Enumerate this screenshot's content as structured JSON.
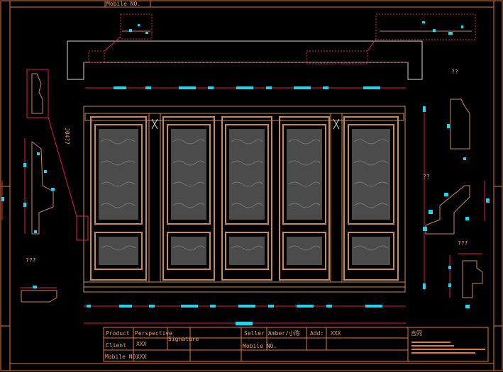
{
  "drawing": {
    "colors": {
      "background": "#000000",
      "frame": "#e07a3c",
      "section_lines": "#d9d9d9",
      "wood_outline": "#c98a5a",
      "panel_fill": "#4b4b4b",
      "dimension": "#22d3ee",
      "dimension_red": "#e11d48",
      "title_text": "#e8a070"
    },
    "top_partial_label": "Mobile NO.",
    "side_label": "J04?7",
    "annotations": {
      "right_upper": "??",
      "right_middle": "??",
      "right_lower": "???",
      "left_lower": "???"
    },
    "door_count": 5
  },
  "title_block": {
    "product_label": "Product",
    "product_value": "Perspective",
    "signature_label": "Signature",
    "client_label": "Client",
    "client_value": "XXX",
    "mobile_label": "Mobile NO.",
    "mobile_value": "XXX",
    "seller_label": "Seller",
    "seller_value": "Amber/小陈",
    "seller_mobile_label": "Mobile NO.",
    "addr_label": "Add:",
    "addr_value": "XXX",
    "contract_label": "合同"
  }
}
